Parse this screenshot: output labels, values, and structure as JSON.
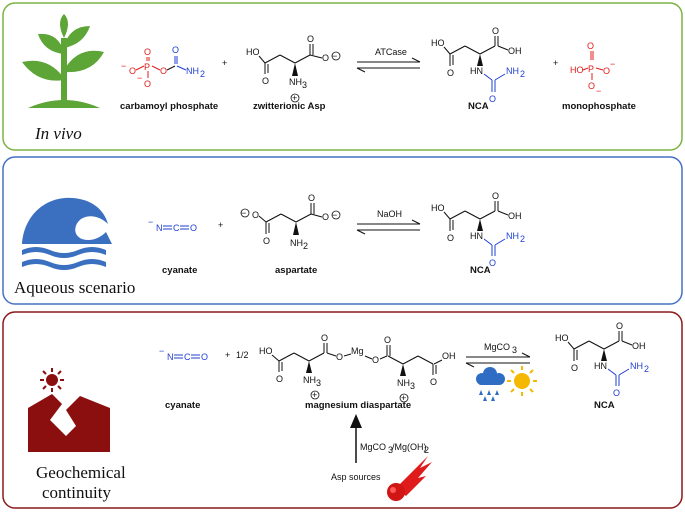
{
  "panels": {
    "invivo": {
      "scenario": "In vivo",
      "colors": {
        "border": "#7cb342",
        "icon": "#5da537"
      },
      "species": [
        "carbamoyl phosphate",
        "zwitterionic Asp",
        "NCA",
        "monophosphate"
      ],
      "plus": [
        "+",
        "+"
      ],
      "arrow_label": "ATCase",
      "icon": "plant-icon"
    },
    "aqueous": {
      "scenario": "Aqueous scenario",
      "colors": {
        "border": "#4472c4",
        "icon": "#3b6fc0"
      },
      "species": [
        "cyanate",
        "aspartate",
        "NCA"
      ],
      "plus": [
        "+"
      ],
      "arrow_label": "NaOH",
      "icon": "wave-icon"
    },
    "geo": {
      "scenario_line1": "Geochemical",
      "scenario_line2": "continuity",
      "colors": {
        "border": "#8b1a1a",
        "icon": "#8b0f0f",
        "sun": "#f5b800",
        "cloud": "#2f6dc4"
      },
      "species": [
        "cyanate",
        "magnesium diaspartate",
        "NCA"
      ],
      "plus": [
        "+"
      ],
      "coefficient": "1/2",
      "arrow_label_main": "MgCO",
      "arrow_label_sub": "3",
      "vertical_label_a": "MgCO",
      "vertical_label_a_sub": "3",
      "vertical_label_b": "/Mg(OH)",
      "vertical_label_b_sub": "2",
      "source_label": "Asp sources",
      "icons": [
        "volcano-icon",
        "rain-cloud-icon",
        "sun-icon",
        "meteorite-icon"
      ]
    }
  },
  "atoms": {
    "ho": "HO",
    "oh": "OH",
    "o": "O",
    "nh2": "NH",
    "sub2": "2",
    "nh3": "NH",
    "sub3": "3",
    "hn": "HN",
    "h": "H",
    "p": "P",
    "c": "C",
    "n": "N",
    "mg": "Mg",
    "plus_charge": "+",
    "minus_charge": "−"
  }
}
